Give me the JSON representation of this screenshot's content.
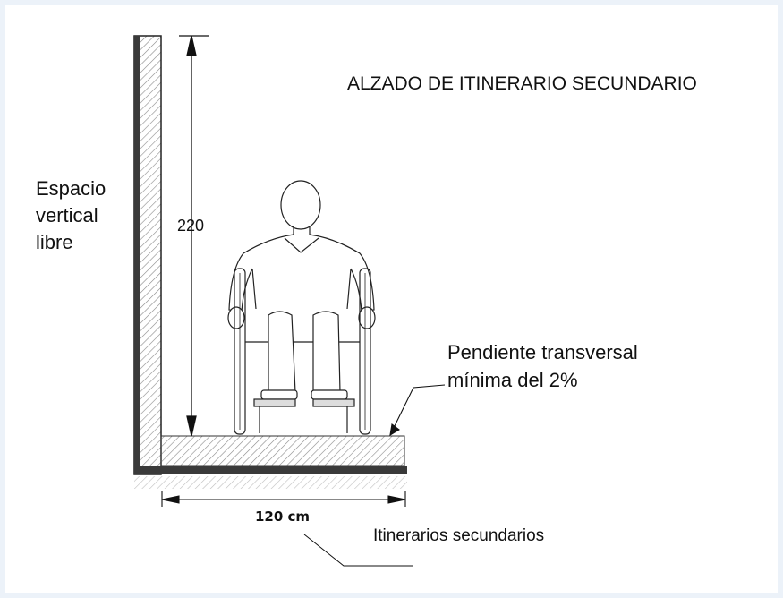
{
  "diagram": {
    "title": "ALZADO DE ITINERARIO SECUNDARIO",
    "vertical_space_label": [
      "Espacio",
      "vertical",
      "libre"
    ],
    "height_dimension": "220",
    "slope_label": [
      "Pendiente transversal",
      "mínima del 2%"
    ],
    "width_dimension": "120 cm",
    "route_label": "Itinerarios secundarios"
  },
  "colors": {
    "background": "#ecf2f9",
    "sheet": "#ffffff",
    "ink": "#111111",
    "hatch": "#8a8a8a"
  }
}
